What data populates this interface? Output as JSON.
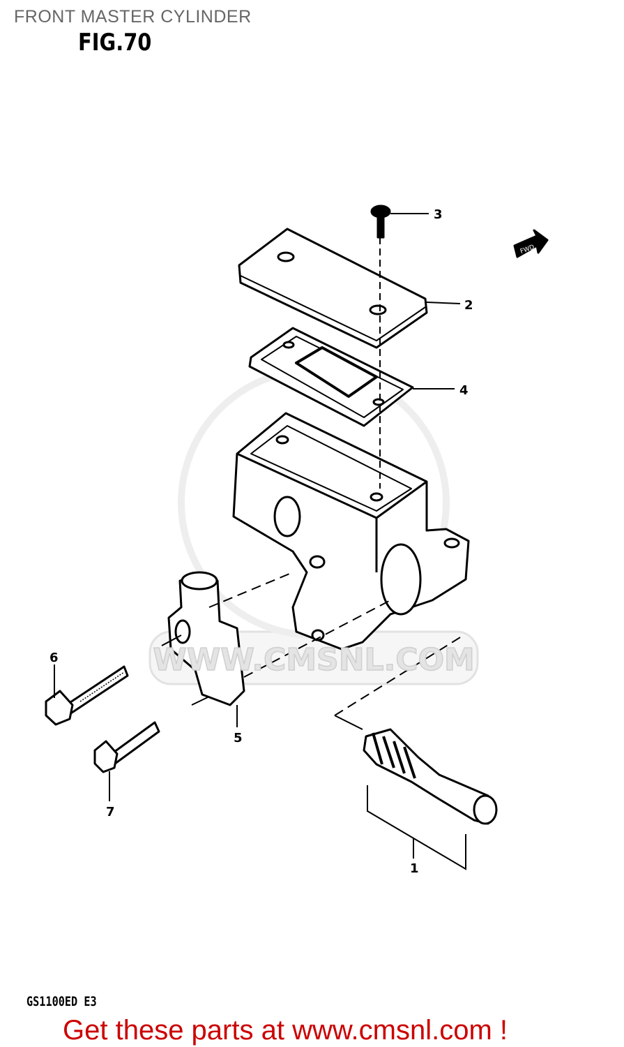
{
  "title": "FRONT MASTER CYLINDER",
  "figure_label": "FIG.70",
  "model_code": "GS1100ED E3",
  "promo_text": "Get these parts at www.cmsnl.com !",
  "watermark": "WWW.CMSNL.COM",
  "direction_label": "FWD",
  "callouts": [
    "1",
    "2",
    "3",
    "4",
    "5",
    "6",
    "7"
  ],
  "colors": {
    "title": "#666666",
    "promo": "#cc0000"
  }
}
